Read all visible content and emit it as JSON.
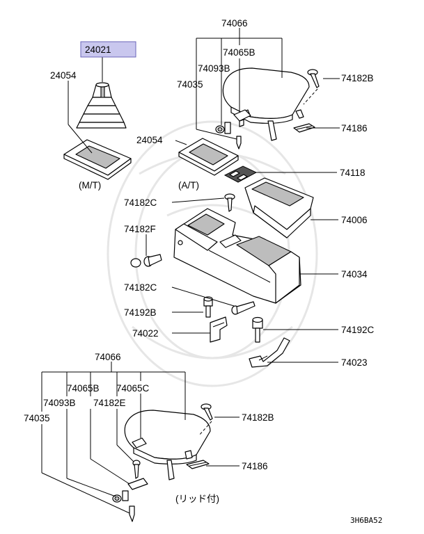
{
  "callouts": {
    "p24021": "24021",
    "p24054_mt": "24054",
    "p74066_top": "74066",
    "p74065B_top": "74065B",
    "p74093B_top": "74093B",
    "p74035_top": "74035",
    "p74182B_top": "74182B",
    "p74186_top": "74186",
    "p24054_at": "24054",
    "p74118": "74118",
    "p74182C_a": "74182C",
    "p74006": "74006",
    "p74182F": "74182F",
    "p74034": "74034",
    "p74182C_b": "74182C",
    "p74192B": "74192B",
    "p74022": "74022",
    "p74192C": "74192C",
    "p74023": "74023",
    "p74066_bot": "74066",
    "p74065B_bot": "74065B",
    "p74065C": "74065C",
    "p74093B_bot": "74093B",
    "p74182E": "74182E",
    "p74035_bot": "74035",
    "p74182B_bot": "74182B",
    "p74186_bot": "74186"
  },
  "captions": {
    "mt": "(M/T)",
    "at": "(A/T)",
    "lid": "(リッド付)",
    "code": "3H6BA52"
  },
  "colors": {
    "highlight": "#c9c7ee",
    "highlight_border": "#6a66b8"
  }
}
